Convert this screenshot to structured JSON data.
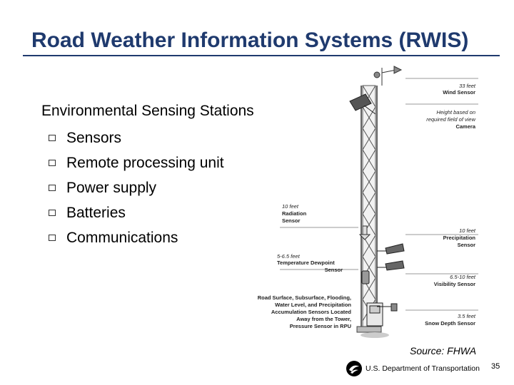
{
  "slide": {
    "title": "Road Weather Information Systems (RWIS)",
    "heading": "Environmental Sensing Stations",
    "bullets": [
      "Sensors",
      "Remote processing unit",
      "Power supply",
      "Batteries",
      "Communications"
    ],
    "source": "Source: FHWA",
    "footer_org": "U.S. Department of Transportation",
    "page_number": "35"
  },
  "figure": {
    "labels": {
      "wind_height": "33 feet",
      "wind_name": "Wind Sensor",
      "camera_l1": "Height based on",
      "camera_l2": "required field of view",
      "camera_name": "Camera",
      "radiation_height": "10 feet",
      "radiation_l1": "Radiation",
      "radiation_l2": "Sensor",
      "precip_height": "10 feet",
      "precip_l1": "Precipitation",
      "precip_l2": "Sensor",
      "temp_height": "5-6.5 feet",
      "temp_l1": "Temperature Dewpoint",
      "temp_l2": "Sensor",
      "visibility_height": "6.5-10 feet",
      "visibility_name": "Visibility Sensor",
      "road_l1": "Road Surface, Subsurface, Flooding,",
      "road_l2": "Water Level, and Precipitation",
      "road_l3": "Accumulation Sensors Located",
      "road_l4": "Away from the Tower,",
      "road_l5": "Pressure Sensor in RPU",
      "snow_height": "3.5 feet",
      "snow_name": "Snow Depth Sensor"
    }
  },
  "colors": {
    "title": "#1f3a6e",
    "rule": "#1f3a6e"
  }
}
